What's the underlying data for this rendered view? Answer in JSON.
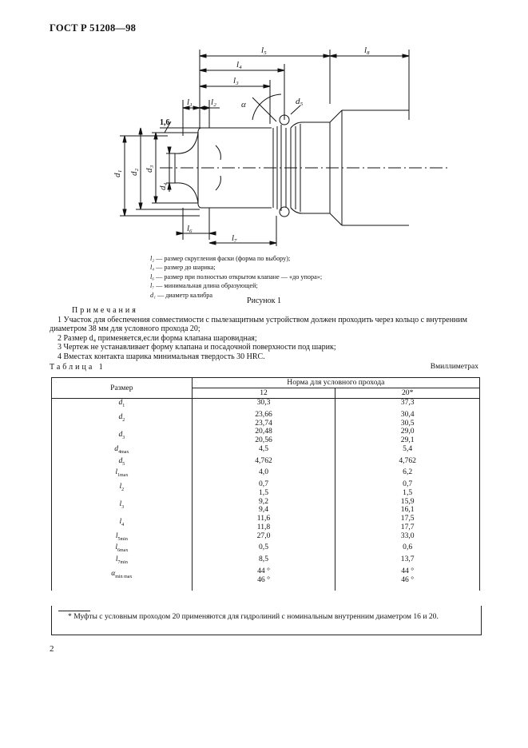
{
  "header": {
    "doc_id": "ГОСТ Р 51208—98"
  },
  "figure": {
    "labels": {
      "l5": "l₅",
      "l8": "l₈",
      "l4": "l₄",
      "l3": "l₃",
      "l1": "l₁",
      "l2": "l₂",
      "chamfer": "1,6",
      "d5": "d₅",
      "alpha": "α",
      "d1": "d₁",
      "d2": "d₂",
      "d3": "d₃",
      "d4": "d₄",
      "l6": "l₆",
      "l7": "l₇"
    },
    "legend": [
      {
        "sym": "l₂",
        "text": " — размер скругления фаски (форма по выбору);"
      },
      {
        "sym": "l₄",
        "text": " — размер до шарика;"
      },
      {
        "sym": "l₆",
        "text": " — размер при полностью открытом клапане — «до упора»;"
      },
      {
        "sym": "l₇",
        "text": " — минимальная длина образующей;"
      },
      {
        "sym": "d₁",
        "text": " — диаметр калибра"
      }
    ],
    "caption": "Рисунок 1"
  },
  "notes": {
    "title": "Примечания",
    "items": [
      "1 Участок для обеспечения совместимости с пылезащитным устройством должен проходить через кольцо с внутренним диаметром 38 мм для условного прохода 20;",
      "2 Размер d₄ применяется,если форма клапана шаровидная;",
      "3 Чертеж не устанавливает форму клапана и посадочной поверхности под шарик;",
      "4 Вместах контакта шарика минимальная твердость 30 HRC."
    ]
  },
  "table": {
    "caption": "Таблица 1",
    "unit": "Вмиллиметрах",
    "header": {
      "size": "Размер",
      "norm": "Норма для условного прохода",
      "col12": "12",
      "col20": "20*"
    },
    "rows": [
      {
        "sym": "d",
        "sub": "1",
        "v12": [
          "30,3"
        ],
        "v20": [
          "37,3"
        ]
      },
      {
        "sym": "d",
        "sub": "2",
        "v12": [
          "23,66",
          "23,74"
        ],
        "v20": [
          "30,4",
          "30,5"
        ]
      },
      {
        "sym": "d",
        "sub": "3",
        "v12": [
          "20,48",
          "20,56"
        ],
        "v20": [
          "29,0",
          "29,1"
        ]
      },
      {
        "sym": "d",
        "sub": "4max",
        "v12": [
          "4,5"
        ],
        "v20": [
          "5,4"
        ]
      },
      {
        "sym": "d",
        "sub": "5",
        "v12": [
          "4,762"
        ],
        "v20": [
          "4,762"
        ]
      },
      {
        "sym": "l",
        "sub": "1max",
        "v12": [
          "4,0"
        ],
        "v20": [
          "6,2"
        ]
      },
      {
        "sym": "l",
        "sub": "2",
        "v12": [
          "0,7",
          "1,5"
        ],
        "v20": [
          "0,7",
          "1,5"
        ]
      },
      {
        "sym": "l",
        "sub": "3",
        "v12": [
          "9,2",
          "9,4"
        ],
        "v20": [
          "15,9",
          "16,1"
        ]
      },
      {
        "sym": "l",
        "sub": "4",
        "v12": [
          "11,6",
          "11,8"
        ],
        "v20": [
          "17,5",
          "17,7"
        ]
      },
      {
        "sym": "l",
        "sub": "5min",
        "v12": [
          "27,0"
        ],
        "v20": [
          "33,0"
        ]
      },
      {
        "sym": "l",
        "sub": "6max",
        "v12": [
          "0,5"
        ],
        "v20": [
          "0,6"
        ]
      },
      {
        "sym": "l",
        "sub": "7min",
        "v12": [
          "8,5"
        ],
        "v20": [
          "13,7"
        ]
      },
      {
        "sym": "α",
        "sub": "min max",
        "v12": [
          "44 °",
          "46 °"
        ],
        "v20": [
          "44 °",
          "46 °"
        ]
      }
    ]
  },
  "footnote": "* Муфты с условным проходом 20 применяются для гидролиний с номинальным внутренним диаметром 16 и 20.",
  "page_number": "2"
}
